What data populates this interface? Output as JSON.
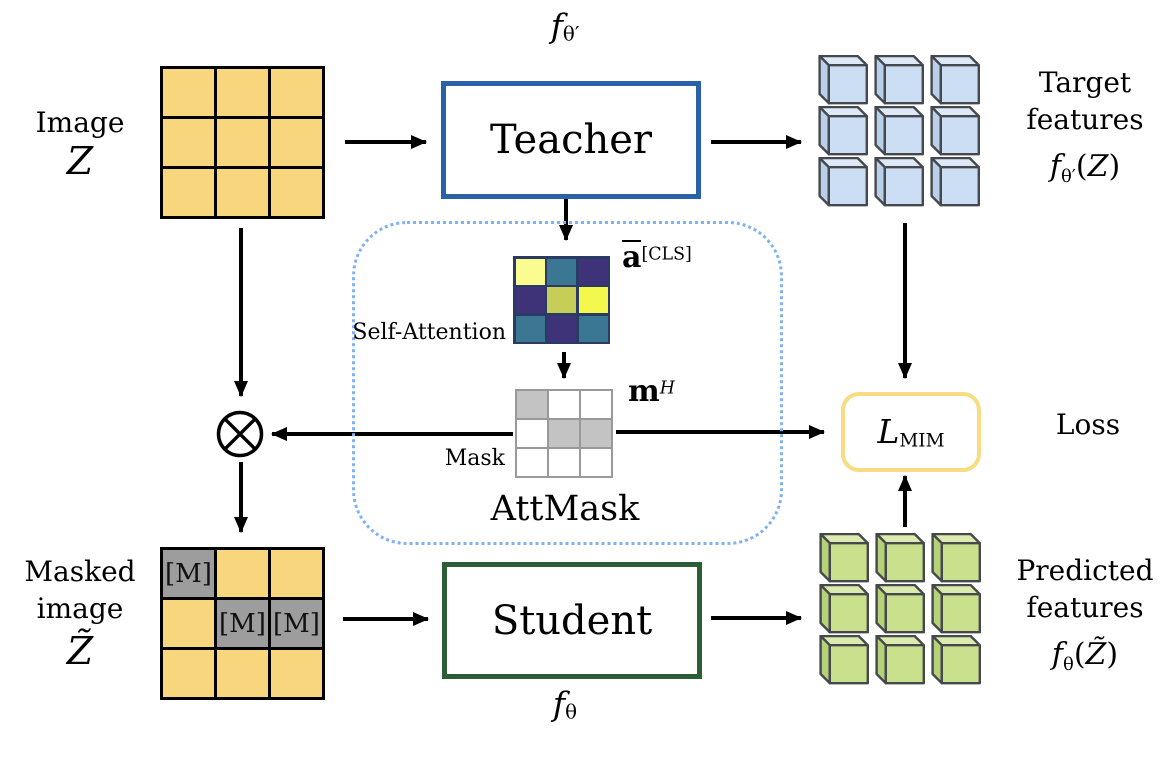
{
  "labels": {
    "image_line1": "Image",
    "image_var": "Z",
    "teacher": "Teacher",
    "student": "Student",
    "f_teacher": {
      "base": "f",
      "sub": "θ′"
    },
    "f_student": {
      "base": "f",
      "sub": "θ"
    },
    "target_line1": "Target",
    "target_line2": "features",
    "target_math": {
      "base": "f",
      "sub": "θ′",
      "open": "(",
      "var": "Z",
      "close": ")"
    },
    "predicted_line1": "Predicted",
    "predicted_line2": "features",
    "predicted_math": {
      "base": "f",
      "sub": "θ",
      "open": "(",
      "var": "Z̃",
      "close": ")"
    },
    "self_attention": "Self-Attention",
    "attn_math": {
      "base": "a",
      "sup": "[CLS]"
    },
    "mask_math": {
      "base": "m",
      "sup": "H"
    },
    "mask": "Mask",
    "attmask": "AttMask",
    "loss_math": {
      "base": "L",
      "sub": "MIM"
    },
    "loss": "Loss",
    "masked_line1": "Masked",
    "masked_line2": "image",
    "masked_var": "Z̃"
  },
  "colors": {
    "patch_yellow": "#F8D67D",
    "patch_border": "#000000",
    "masked_patch": "#9D9D9D",
    "teacher_border": "#2A62A9",
    "student_border": "#2B5E35",
    "loss_border": "#F8DB82",
    "dotted_border": "#7FB2F4",
    "attn_border": "#2A3A63",
    "mask_line": "#999999",
    "mask_fill": "#C3C3C3",
    "arrow": "#000000"
  },
  "masked_image_grid": {
    "token": "[M]",
    "masked": [
      [
        0,
        0
      ],
      [
        1,
        1
      ],
      [
        1,
        2
      ]
    ]
  },
  "mask_grid": {
    "masked": [
      [
        0,
        0
      ],
      [
        1,
        1
      ],
      [
        1,
        2
      ]
    ]
  },
  "attention_matrix": {
    "colors": [
      [
        "#FBFC90",
        "#3B7693",
        "#3E3278"
      ],
      [
        "#3E3278",
        "#C7CE58",
        "#F4F84D"
      ],
      [
        "#3B7693",
        "#3E3278",
        "#3B7693"
      ]
    ]
  },
  "cubes": {
    "target": {
      "front": "#CBDEF3",
      "top": "#DEE9F8",
      "side": "#B9CFEA",
      "outline": "#45484D"
    },
    "predicted": {
      "front": "#C9E08C",
      "top": "#DCEBAD",
      "side": "#B6D276",
      "outline": "#45484D"
    }
  }
}
